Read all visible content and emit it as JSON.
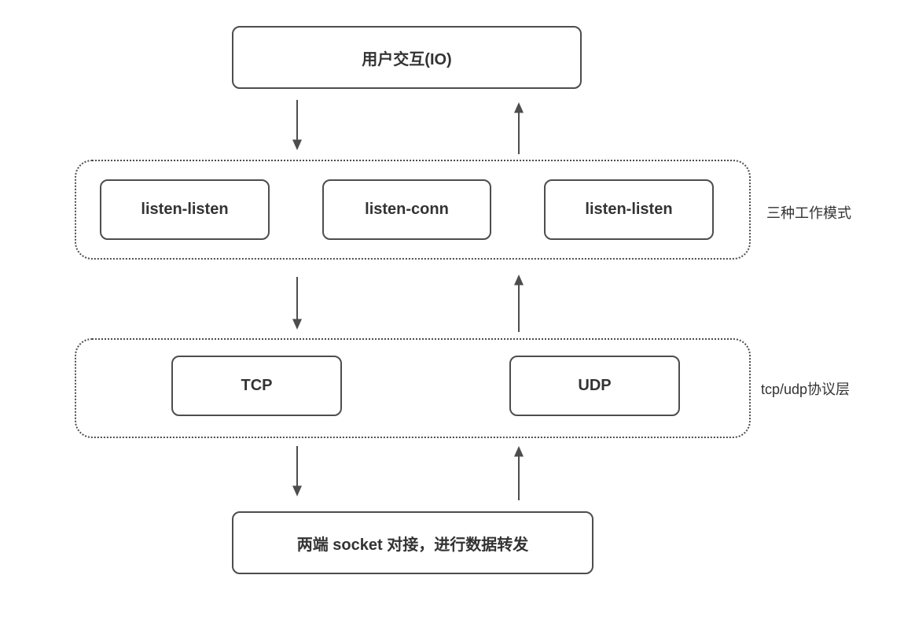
{
  "diagram": {
    "user_io_box": "用户交互(IO)",
    "modes_layer": {
      "label": "三种工作模式",
      "boxes": [
        "listen-listen",
        "listen-conn",
        "listen-listen"
      ]
    },
    "protocol_layer": {
      "label": "tcp/udp协议层",
      "boxes": [
        "TCP",
        "UDP"
      ]
    },
    "socket_box": "两端 socket 对接，进行数据转发",
    "colors": {
      "border": "#4d4d4d",
      "text": "#333333",
      "background": "#ffffff"
    }
  }
}
